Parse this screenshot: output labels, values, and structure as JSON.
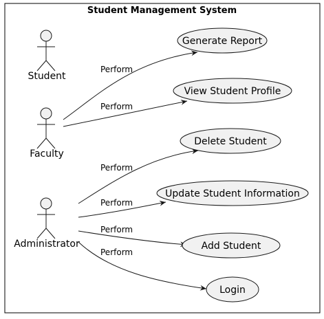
{
  "system": {
    "title": "Student Management System"
  },
  "actors": [
    {
      "id": "student",
      "label": "Student"
    },
    {
      "id": "faculty",
      "label": "Faculty"
    },
    {
      "id": "administrator",
      "label": "Administrator"
    }
  ],
  "use_cases": [
    {
      "id": "generate_report",
      "label": "Generate Report"
    },
    {
      "id": "view_student_profile",
      "label": "View Student Profile"
    },
    {
      "id": "delete_student",
      "label": "Delete Student"
    },
    {
      "id": "update_student_information",
      "label": "Update Student Information"
    },
    {
      "id": "add_student",
      "label": "Add Student"
    },
    {
      "id": "login",
      "label": "Login"
    }
  ],
  "relations": [
    {
      "from": "faculty",
      "to": "generate_report",
      "label": "Perform"
    },
    {
      "from": "faculty",
      "to": "view_student_profile",
      "label": "Perform"
    },
    {
      "from": "administrator",
      "to": "delete_student",
      "label": "Perform"
    },
    {
      "from": "administrator",
      "to": "update_student_information",
      "label": "Perform"
    },
    {
      "from": "administrator",
      "to": "add_student",
      "label": "Perform"
    },
    {
      "from": "administrator",
      "to": "login",
      "label": "Perform"
    }
  ],
  "colors": {
    "fill": "#f1f1f1",
    "stroke": "#181818",
    "frame": "#000000"
  }
}
